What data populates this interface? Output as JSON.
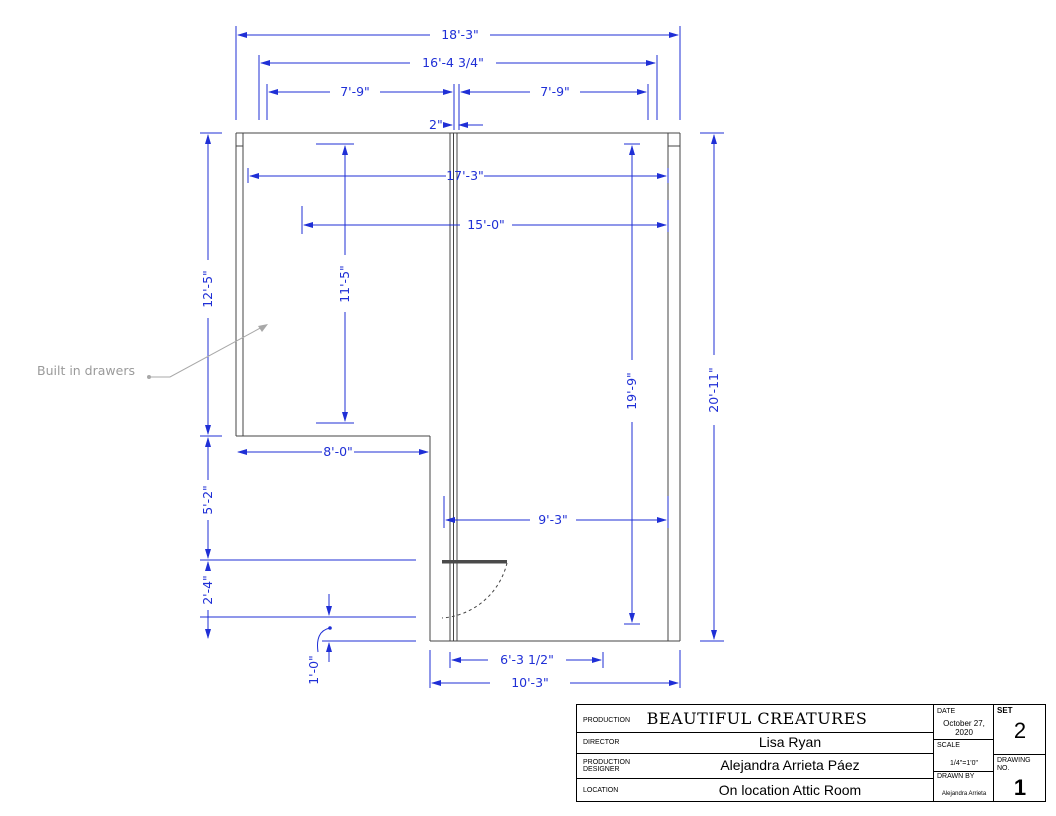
{
  "plan": {
    "dimensions": {
      "overall_width": "18'-3\"",
      "inner_width": "16'-4 3/4\"",
      "left_bay": "7'-9\"",
      "right_bay": "7'-9\"",
      "partition": "2\"",
      "upper_clear_width": "17'-3\"",
      "drawer_width": "15'-0\"",
      "drawer_depth": "11'-5\"",
      "left_upper_height": "12'-5\"",
      "overall_height": "20'-11\"",
      "right_height": "19'-9\"",
      "notch_width": "8'-0\"",
      "right_lower_width": "9'-3\"",
      "left_mid_height": "5'-2\"",
      "left_low_height": "2'-4\"",
      "step_height": "1'-0\"",
      "door_offset": "6'-3 1/2\"",
      "lower_width": "10'-3\""
    },
    "note": "Built in drawers"
  },
  "title_block": {
    "production_label": "PRODUCTION",
    "production": "BEAUTIFUL CREATURES",
    "director_label": "DIRECTOR",
    "director": "Lisa Ryan",
    "designer_label_1": "PRODUCTION",
    "designer_label_2": "DESIGNER",
    "designer": "Alejandra Arrieta Páez",
    "location_label": "LOCATION",
    "location": "On location Attic Room",
    "date_label": "DATE",
    "date_1": "October 27,",
    "date_2": "2020",
    "scale_label": "SCALE",
    "scale": "1/4\"=1'0\"",
    "drawn_by_label": "DRAWN BY",
    "drawn_by": "Alejandra Arrieta",
    "set_label": "SET",
    "set": "2",
    "drawing_no_label_1": "DRAWING",
    "drawing_no_label_2": "NO.",
    "drawing_no": "1"
  }
}
